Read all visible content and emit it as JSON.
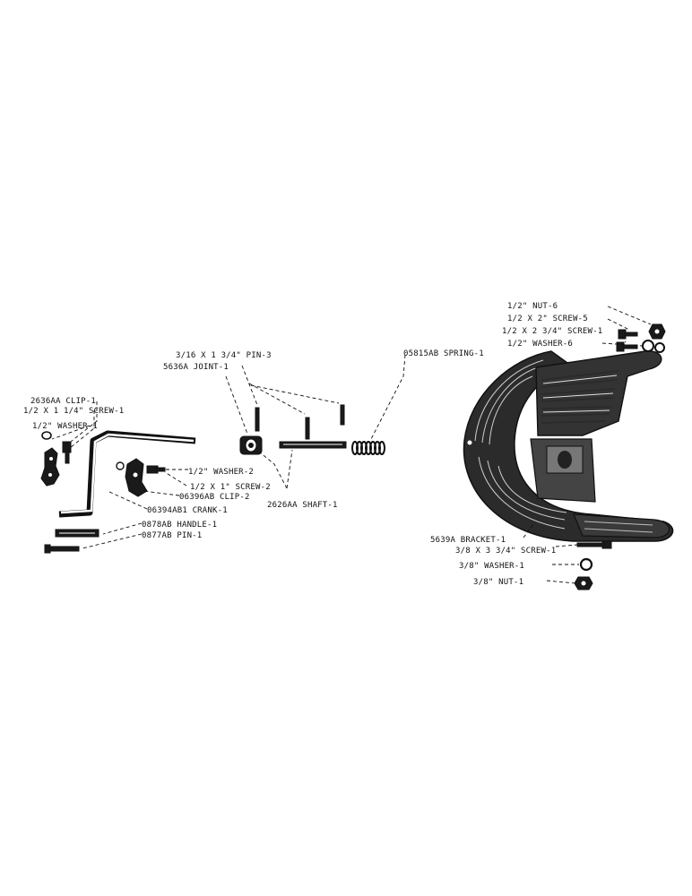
{
  "labels": {
    "clip_2636aa": "2636AA CLIP-1",
    "screw_half_x_1_1_4": "1/2 X 1 1/4\" SCREW-1",
    "washer_half_1": "1/2\" WASHER-1",
    "pin_3_16": "3/16 X 1 3/4\" PIN-3",
    "joint_5636a": "5636A JOINT-1",
    "spring_05815ab": "05815AB SPRING-1",
    "washer_half_2": "1/2\" WASHER-2",
    "screw_half_x_1": "1/2 X 1\" SCREW-2",
    "clip_06396ab": "06396AB CLIP-2",
    "shaft_2626aa": "2626AA SHAFT-1",
    "crank_06394ab1": "06394AB1 CRANK-1",
    "handle_0878ab": "0878AB HANDLE-1",
    "pin_0877ab": "0877AB PIN-1",
    "nut_half_6": "1/2\" NUT-6",
    "screw_half_x_2": "1/2 X 2\" SCREW-5",
    "screw_half_x_2_3_4": "1/2 X 2 3/4\" SCREW-1",
    "washer_half_6": "1/2\" WASHER-6",
    "bracket_5639a": "5639A BRACKET-1",
    "screw_3_8_x_3_3_4": "3/8 X 3 3/4\" SCREW-1",
    "washer_3_8": "3/8\" WASHER-1",
    "nut_3_8": "3/8\" NUT-1"
  }
}
